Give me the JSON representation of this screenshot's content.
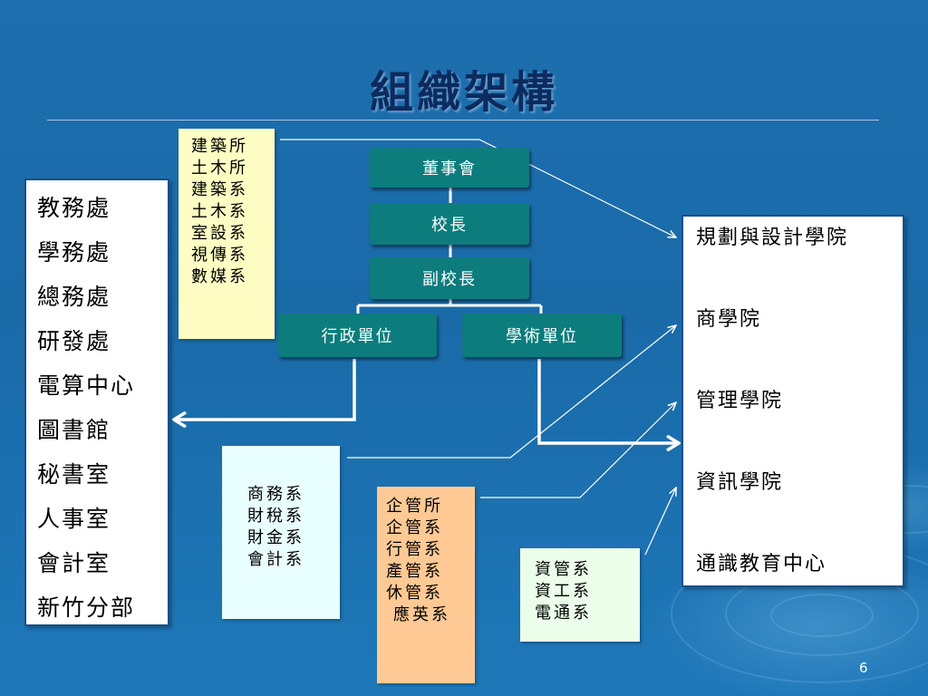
{
  "slide": {
    "title": "組織架構",
    "page_number": "6"
  },
  "org_chart": {
    "nodes": [
      "董事會",
      "校長",
      "副校長"
    ],
    "branches": [
      "行政單位",
      "學術單位"
    ]
  },
  "admin_units": [
    "教務處",
    "學務處",
    "總務處",
    "研發處",
    "電算中心",
    "圖書館",
    "秘書室",
    "人事室",
    "會計室",
    "新竹分部"
  ],
  "colleges": [
    "規劃與設計學院",
    "商學院",
    "管理學院",
    "資訊學院",
    "通識教育中心"
  ],
  "notes": {
    "design_depts": [
      "建築所",
      "土木所",
      "建築系",
      "土木系",
      "室設系",
      "視傳系",
      "數媒系"
    ],
    "business_depts": [
      "商務系",
      "財稅系",
      "財金系",
      "會計系"
    ],
    "management_depts": [
      "企管所",
      "企管系",
      "行管系",
      "產管系",
      "休管系",
      "應英系"
    ],
    "info_depts": [
      "資管系",
      "資工系",
      "電通系"
    ]
  },
  "colors": {
    "background": "#1d6fae",
    "node_fill": "#0c7c7c",
    "title": "#0c2b5e",
    "note_yellow": "#fdfdc4",
    "note_cyan": "#e9feff",
    "note_orange": "#ffc995",
    "note_green": "#ebffea"
  }
}
